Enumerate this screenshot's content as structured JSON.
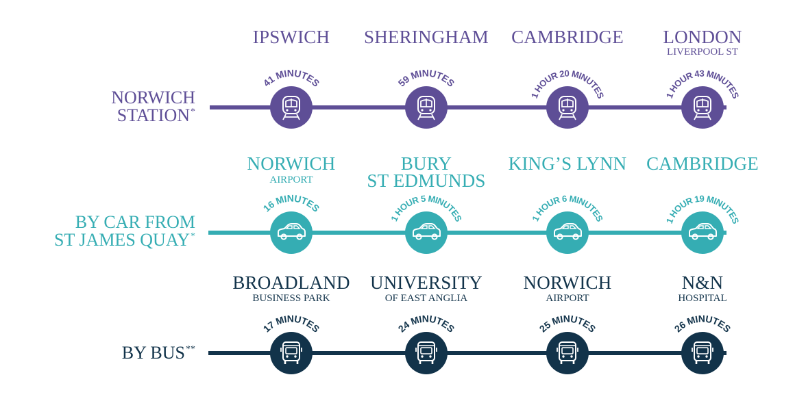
{
  "colors": {
    "train": "#5e4e96",
    "car": "#35adb3",
    "bus": "#12334a"
  },
  "rows": [
    {
      "id": "train",
      "label_lines": [
        "NORWICH",
        "STATION"
      ],
      "footnote": "*",
      "icon": "train-icon",
      "destinations": [
        {
          "name_lines": [
            "IPSWICH"
          ],
          "sub": "",
          "time": "41 MINUTES"
        },
        {
          "name_lines": [
            "SHERINGHAM"
          ],
          "sub": "",
          "time": "59 MINUTES"
        },
        {
          "name_lines": [
            "CAMBRIDGE"
          ],
          "sub": "",
          "time": "1 HOUR 20 MINUTES"
        },
        {
          "name_lines": [
            "LONDON"
          ],
          "sub": "LIVERPOOL ST",
          "time": "1 HOUR 43 MINUTES"
        }
      ]
    },
    {
      "id": "car",
      "label_lines": [
        "BY CAR FROM",
        "ST JAMES QUAY"
      ],
      "footnote": "*",
      "icon": "car-icon",
      "destinations": [
        {
          "name_lines": [
            "NORWICH"
          ],
          "sub": "AIRPORT",
          "time": "16 MINUTES"
        },
        {
          "name_lines": [
            "BURY",
            "ST EDMUNDS"
          ],
          "sub": "",
          "time": "1 HOUR 5 MINUTES"
        },
        {
          "name_lines": [
            "KING’S LYNN"
          ],
          "sub": "",
          "time": "1 HOUR 6 MINUTES"
        },
        {
          "name_lines": [
            "CAMBRIDGE"
          ],
          "sub": "",
          "time": "1 HOUR 19 MINUTES"
        }
      ]
    },
    {
      "id": "bus",
      "label_lines": [
        "BY BUS"
      ],
      "footnote": "**",
      "icon": "bus-icon",
      "destinations": [
        {
          "name_lines": [
            "BROADLAND"
          ],
          "sub": "BUSINESS PARK",
          "time": "17 MINUTES"
        },
        {
          "name_lines": [
            "UNIVERSITY"
          ],
          "sub": "OF EAST ANGLIA",
          "time": "24 MINUTES"
        },
        {
          "name_lines": [
            "NORWICH"
          ],
          "sub": "AIRPORT",
          "time": "25 MINUTES"
        },
        {
          "name_lines": [
            "N&N"
          ],
          "sub": "HOSPITAL",
          "time": "26 MINUTES"
        }
      ]
    }
  ]
}
